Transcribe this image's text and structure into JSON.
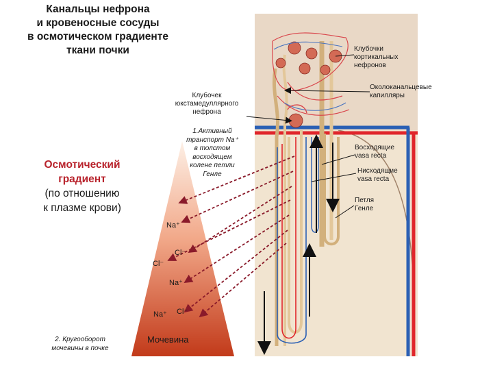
{
  "title": "Канальцы нефрона\nи кровеносные сосуды\nв осмотическом градиенте\nткани почки",
  "osmotic_gradient": {
    "title": "Осмотический\nградиент",
    "subtitle": "(по отношению\nк плазме крови)"
  },
  "labels": {
    "cortical_glomeruli": "Клубочки\nкортикальных\nнефронов",
    "juxtamedullary_glomerulus": "Клубочек\nюкстамедуллярного\nнефрона",
    "peritubular_capillaries": "Околоканальцевые\nкапилляры",
    "active_transport": "1.Активный\nтранспорт Na⁺\nв толстом\nвосходящем\nколене петли\nГенле",
    "ascending_vasa_recta": "Восходящие\nvasa recta",
    "descending_vasa_recta": "Нисходящие\nvasa recta",
    "loop_of_henle": "Петля\nГенле",
    "urea_recycling": "2. Кругооборот\nмочевины в почке",
    "urea": "Мочевина"
  },
  "ions": {
    "na_1": "Na⁺",
    "cl_1": "Cl⁻",
    "cl_2": "Cl⁻",
    "na_2": "Na⁺",
    "na_3": "Na⁺",
    "cl_3": "Cl⁻"
  },
  "colors": {
    "title_text": "#1a1a1a",
    "gradient_label": "#b8222b",
    "gradient_top": "#fbe6d8",
    "gradient_bottom": "#c23a1a",
    "medulla_bg": "#f1e4d0",
    "kidney_bg": "#cfd6e3",
    "artery": "#e0262b",
    "vein": "#2a5fb4",
    "tubule": "#e3c79a",
    "arrow": "#8a1a2a"
  }
}
